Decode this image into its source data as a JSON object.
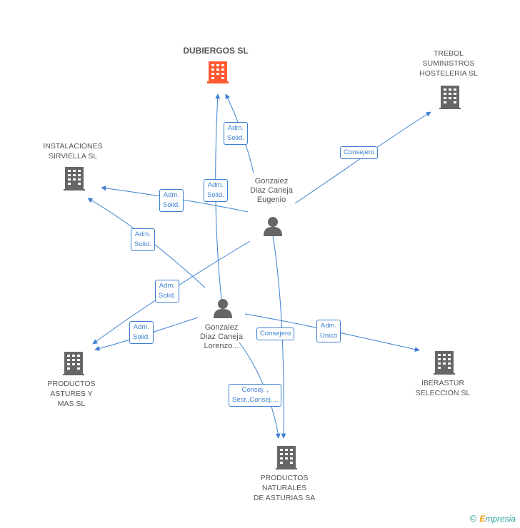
{
  "colors": {
    "edge": "#3d7fd1",
    "company": "#666666",
    "highlight": "#ff5a32",
    "person": "#666666"
  },
  "companies": {
    "dubiergos": "DUBIERGOS SL",
    "trebol": [
      "TREBOL",
      "SUMINISTROS",
      "HOSTELERIA SL"
    ],
    "instalaciones": [
      "INSTALACIONES",
      "SIRVIELLA SL"
    ],
    "productos_astures": [
      "PRODUCTOS",
      "ASTURES Y",
      "MAS  SL"
    ],
    "iberastur": [
      "IBERASTUR",
      "SELECCION SL"
    ],
    "productos_naturales": [
      "PRODUCTOS",
      "NATURALES",
      "DE ASTURIAS SA"
    ]
  },
  "persons": {
    "eugenio": [
      "Gonzalez",
      "Diaz Caneja",
      "Eugenio"
    ],
    "lorenzo": [
      "Gonzalez",
      "Diaz Caneja",
      "Lorenzo..."
    ]
  },
  "edge_labels": {
    "e1": [
      "Adm.",
      "Solid."
    ],
    "e2": [
      "Adm.",
      "Solid."
    ],
    "e3": [
      "Adm.",
      "Solid."
    ],
    "e4": [
      "Adm.",
      "Solid."
    ],
    "e5": [
      "Adm.",
      "Solid."
    ],
    "e6": [
      "Adm.",
      "Solid."
    ],
    "consejero_trebol": "Consejero",
    "consejero_pn": "Consejero",
    "adm_unico": [
      "Adm.",
      "Unico"
    ],
    "consej_secr": [
      "Consej. ,",
      "Secr.,Consej...."
    ]
  },
  "brand": {
    "copyright": "©",
    "e": "E",
    "name": "mpresia"
  }
}
